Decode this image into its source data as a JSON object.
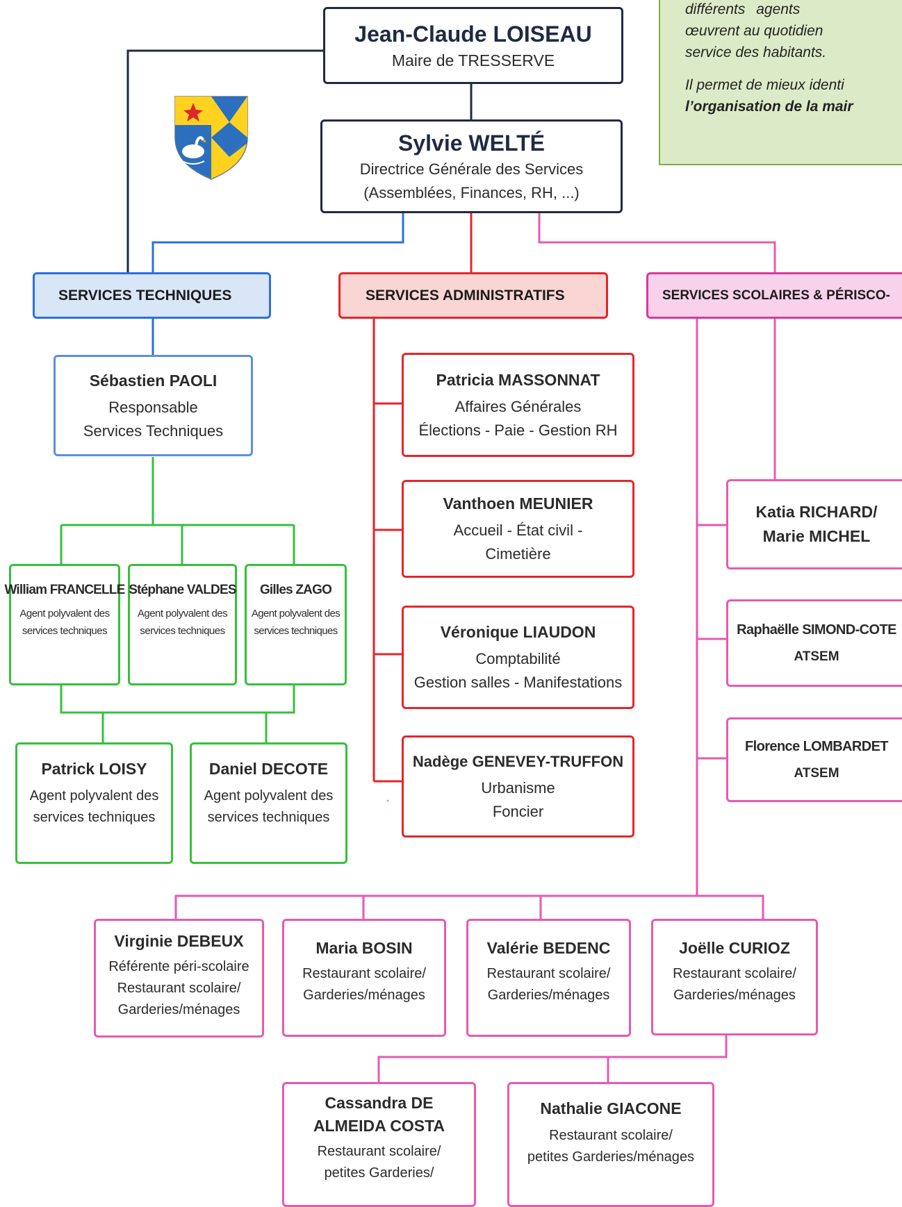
{
  "info_note": {
    "lines": [
      "différents agents",
      "œuvrent au quotidien",
      "service des habitants."
    ],
    "line2_start": "Il permet de mieux identi",
    "line2_emph": "l’organisation de la mair"
  },
  "mayor": {
    "name": "Jean-Claude LOISEAU",
    "role": "Maire de TRESSERVE"
  },
  "dgs": {
    "name": "Sylvie WELTÉ",
    "role_lines": [
      "Directrice Générale des Services",
      "(Assemblées, Finances, RH, ...)"
    ]
  },
  "departments": {
    "tech": "SERVICES TECHNIQUES",
    "admin": "SERVICES ADMINISTRATIFS",
    "scol": "SERVICES SCOLAIRES & PÉRISCO-"
  },
  "tech": {
    "head": {
      "name": "Sébastien PAOLI",
      "role_lines": [
        "Responsable",
        "Services Techniques"
      ]
    },
    "agents": [
      {
        "name": "William FRANCELLE",
        "role_lines": [
          "Agent polyvalent des",
          "services techniques"
        ]
      },
      {
        "name": "Stéphane VALDES",
        "role_lines": [
          "Agent polyvalent des",
          "services techniques"
        ]
      },
      {
        "name": "Gilles ZAGO",
        "role_lines": [
          "Agent polyvalent des",
          "services techniques"
        ]
      },
      {
        "name": "Patrick LOISY",
        "role_lines": [
          "Agent polyvalent des",
          "services techniques"
        ]
      },
      {
        "name": "Daniel DECOTE",
        "role_lines": [
          "Agent polyvalent des",
          "services techniques"
        ]
      }
    ]
  },
  "admin": [
    {
      "name": "Patricia MASSONNAT",
      "role_lines": [
        "Affaires Générales",
        "Élections - Paie - Gestion RH"
      ]
    },
    {
      "name": "Vanthoen MEUNIER",
      "role_lines": [
        "Accueil - État civil -",
        "Cimetière"
      ]
    },
    {
      "name": "Véronique LIAUDON",
      "role_lines": [
        "Comptabilité",
        "Gestion salles - Manifestations"
      ]
    },
    {
      "name": "Nadège GENEVEY-TRUFFON",
      "role_lines": [
        "Urbanisme",
        "Foncier"
      ]
    }
  ],
  "scol_side": [
    {
      "name_lines": [
        "Katia RICHARD/",
        "Marie MICHEL"
      ]
    },
    {
      "name_lines": [
        "Raphaëlle SIMOND-COTE"
      ],
      "role": "ATSEM"
    },
    {
      "name_lines": [
        "Florence LOMBARDET"
      ],
      "role": "ATSEM"
    }
  ],
  "scol_row": [
    {
      "name": "Virginie DEBEUX",
      "role_lines": [
        "Référente péri-scolaire",
        "Restaurant scolaire/",
        "Garderies/ménages"
      ]
    },
    {
      "name": "Maria BOSIN",
      "role_lines": [
        "Restaurant scolaire/",
        "Garderies/ménages"
      ]
    },
    {
      "name": "Valérie BEDENC",
      "role_lines": [
        "Restaurant scolaire/",
        "Garderies/ménages"
      ]
    },
    {
      "name": "Joëlle CURIOZ",
      "role_lines": [
        "Restaurant scolaire/",
        "Garderies/ménages"
      ]
    }
  ],
  "scol_bottom": [
    {
      "name_lines": [
        "Cassandra DE",
        "ALMEIDA COSTA"
      ],
      "role_lines": [
        "Restaurant scolaire/",
        "petites Garderies/"
      ]
    },
    {
      "name_lines": [
        "Nathalie GIACONE"
      ],
      "role_lines": [
        "Restaurant scolaire/",
        "petites Garderies/ménages"
      ]
    }
  ],
  "colors": {
    "navy": "#1f2a44",
    "tech": "#2b6fe0",
    "green": "#36c03c",
    "admin": "#e4262a",
    "scol": "#e65ab0",
    "note_bg": "#dcebc7"
  },
  "crest": {
    "icon": "coat-of-arms-icon"
  }
}
